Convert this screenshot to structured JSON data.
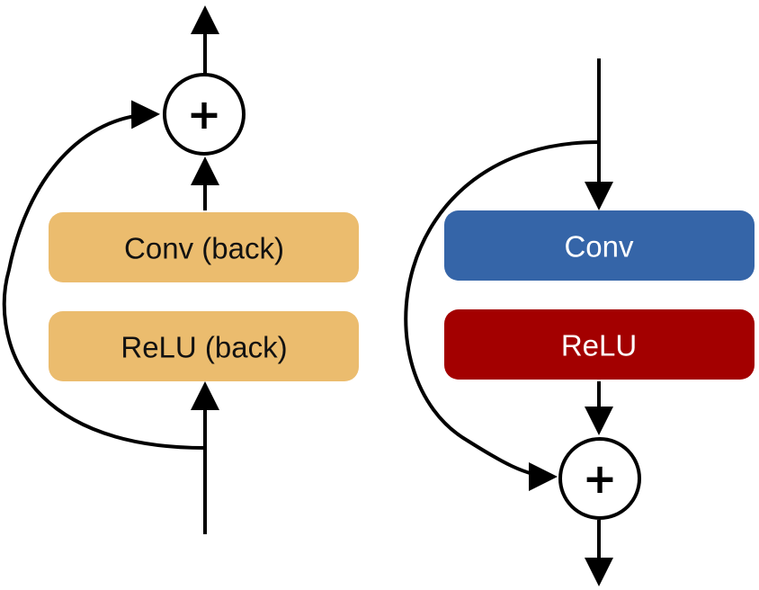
{
  "colors": {
    "back_block": "#ebbc6e",
    "conv_block": "#3565a8",
    "relu_block": "#a30000",
    "line": "#000000",
    "back_text": "#111111",
    "forward_text": "#ffffff"
  },
  "left_panel": {
    "conv_label": "Conv (back)",
    "relu_label": "ReLU (back)",
    "sum_symbol": "+"
  },
  "right_panel": {
    "conv_label": "Conv",
    "relu_label": "ReLU",
    "sum_symbol": "+"
  }
}
